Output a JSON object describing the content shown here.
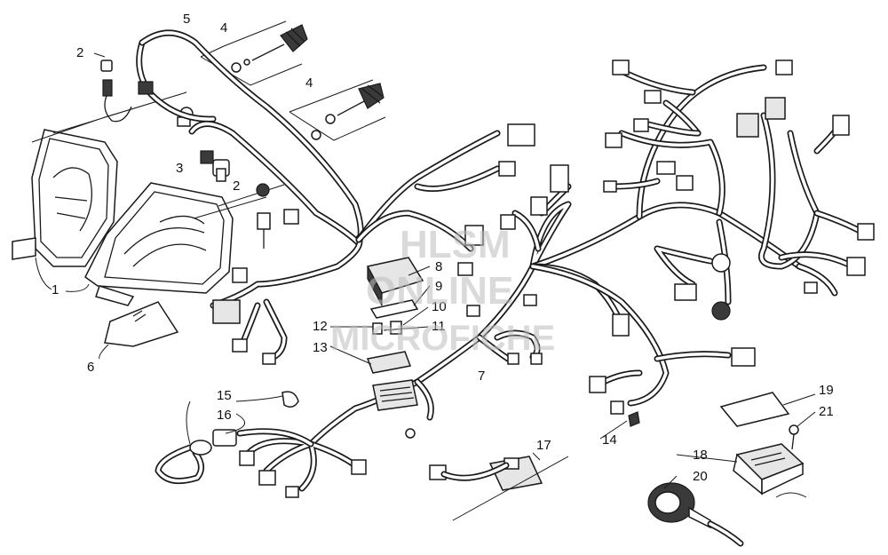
{
  "callouts": [
    {
      "id": "c1",
      "text": "1"
    },
    {
      "id": "c2a",
      "text": "2"
    },
    {
      "id": "c2b",
      "text": "2"
    },
    {
      "id": "c3",
      "text": "3"
    },
    {
      "id": "c4a",
      "text": "4"
    },
    {
      "id": "c4b",
      "text": "4"
    },
    {
      "id": "c5",
      "text": "5"
    },
    {
      "id": "c6",
      "text": "6"
    },
    {
      "id": "c7",
      "text": "7"
    },
    {
      "id": "c8",
      "text": "8"
    },
    {
      "id": "c9",
      "text": "9"
    },
    {
      "id": "c10",
      "text": "10"
    },
    {
      "id": "c11",
      "text": "11"
    },
    {
      "id": "c12",
      "text": "12"
    },
    {
      "id": "c13",
      "text": "13"
    },
    {
      "id": "c14",
      "text": "14"
    },
    {
      "id": "c15",
      "text": "15"
    },
    {
      "id": "c16",
      "text": "16"
    },
    {
      "id": "c17",
      "text": "17"
    },
    {
      "id": "c18",
      "text": "18"
    },
    {
      "id": "c19",
      "text": "19"
    },
    {
      "id": "c20",
      "text": "20"
    },
    {
      "id": "c21",
      "text": "21"
    }
  ],
  "watermark": {
    "line1": "HLSM",
    "line2": "ONLINE",
    "line3": "MICROFICHE"
  }
}
